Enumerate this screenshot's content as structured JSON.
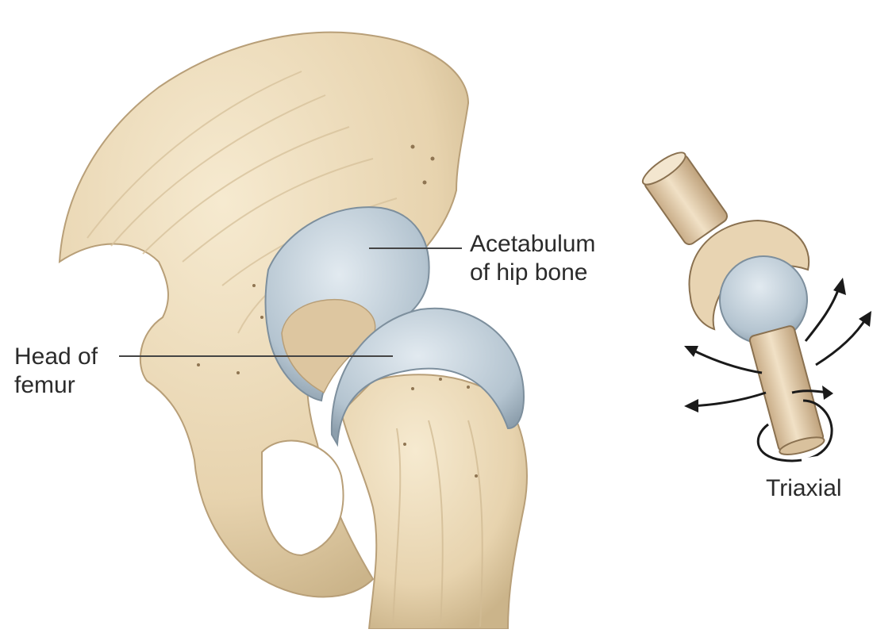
{
  "labels": {
    "acetabulum_line1": "Acetabulum",
    "acetabulum_line2": "of hip bone",
    "head_line1": "Head of",
    "head_line2": "femur",
    "triaxial": "Triaxial"
  },
  "colors": {
    "bone": "#ecdcbc",
    "bone_shadow": "#c9b48e",
    "cartilage": "#bccbd6",
    "cartilage_dark": "#8fa3b2",
    "leader_line": "#444444",
    "arrow": "#1a1a1a"
  }
}
